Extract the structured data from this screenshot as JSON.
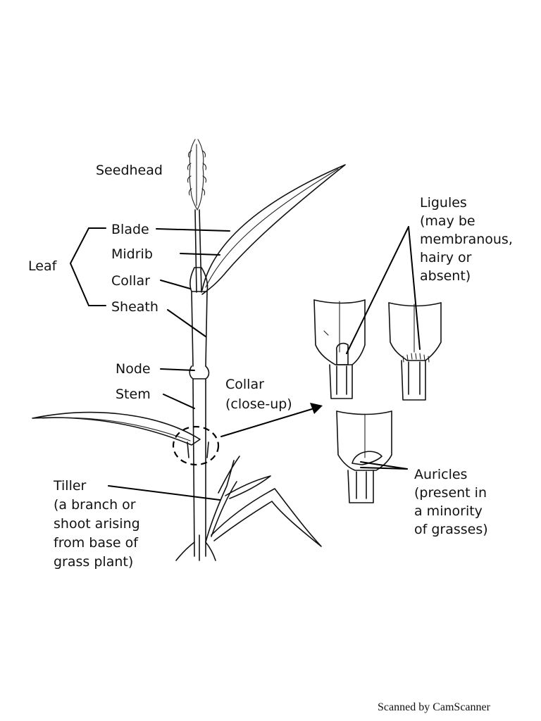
{
  "labels": {
    "seedhead": "Seedhead",
    "leaf": "Leaf",
    "blade": "Blade",
    "midrib": "Midrib",
    "collar": "Collar",
    "sheath": "Sheath",
    "node": "Node",
    "stem": "Stem",
    "collar_closeup": [
      "Collar",
      "(close-up)"
    ],
    "tiller": [
      "Tiller",
      "(a branch or",
      "shoot arising",
      "from base of",
      "grass plant)"
    ],
    "ligules": [
      "Ligules",
      "(may be",
      "membranous,",
      "hairy or",
      "absent)"
    ],
    "auricles": [
      "Auricles",
      "(present in",
      "a minority",
      "of grasses)"
    ]
  },
  "footer": {
    "text": "Scanned by CamScanner"
  }
}
